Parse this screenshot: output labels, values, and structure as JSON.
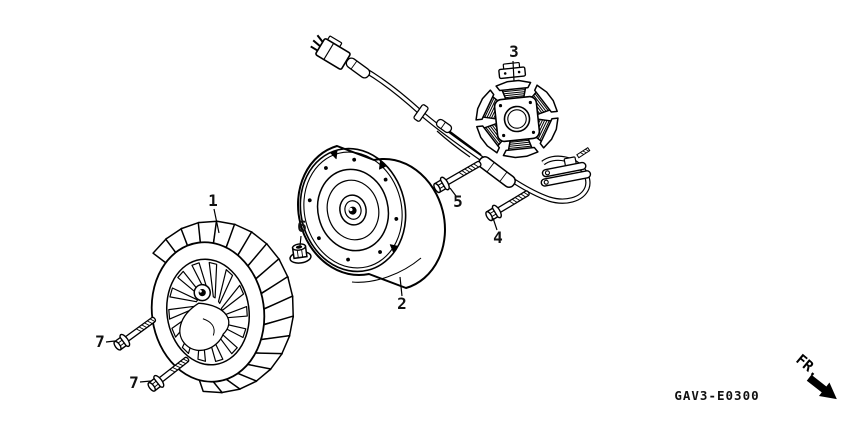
{
  "page": {
    "background": "#ffffff",
    "line_color": "#000000",
    "text_color": "#111111"
  },
  "diagram": {
    "code": "GAV3-E0300",
    "direction_label": "FR.",
    "callouts": [
      {
        "id": "1",
        "label": "1"
      },
      {
        "id": "2",
        "label": "2"
      },
      {
        "id": "3",
        "label": "3"
      },
      {
        "id": "4",
        "label": "4"
      },
      {
        "id": "5",
        "label": "5"
      },
      {
        "id": "6",
        "label": "6"
      },
      {
        "id": "7a",
        "label": "7"
      },
      {
        "id": "7b",
        "label": "7"
      }
    ]
  }
}
